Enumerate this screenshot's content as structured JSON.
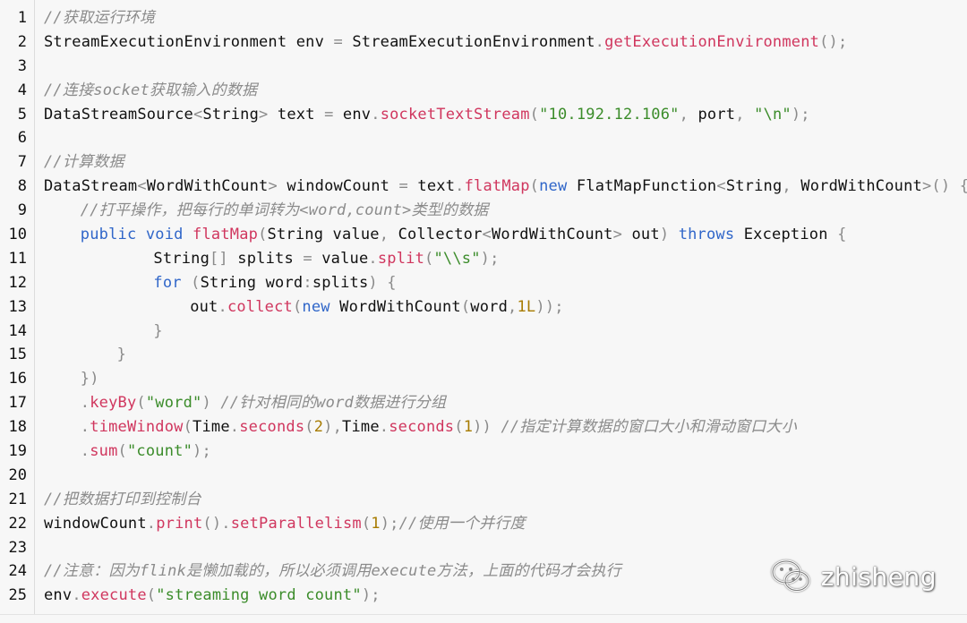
{
  "code_lines": [
    {
      "n": "1",
      "indent": 0,
      "tokens": [
        {
          "t": "cm",
          "v": "//获取运行环境"
        }
      ]
    },
    {
      "n": "2",
      "indent": 0,
      "tokens": [
        {
          "t": "tx",
          "v": "StreamExecutionEnvironment env "
        },
        {
          "t": "pn",
          "v": "="
        },
        {
          "t": "tx",
          "v": " StreamExecutionEnvironment"
        },
        {
          "t": "pn",
          "v": "."
        },
        {
          "t": "fn",
          "v": "getExecutionEnvironment"
        },
        {
          "t": "pn",
          "v": "();"
        }
      ]
    },
    {
      "n": "3",
      "indent": 0,
      "tokens": []
    },
    {
      "n": "4",
      "indent": 0,
      "tokens": [
        {
          "t": "cm",
          "v": "//连接socket获取输入的数据"
        }
      ]
    },
    {
      "n": "5",
      "indent": 0,
      "tokens": [
        {
          "t": "tx",
          "v": "DataStreamSource"
        },
        {
          "t": "pn",
          "v": "<"
        },
        {
          "t": "tx",
          "v": "String"
        },
        {
          "t": "pn",
          "v": ">"
        },
        {
          "t": "tx",
          "v": " text "
        },
        {
          "t": "pn",
          "v": "="
        },
        {
          "t": "tx",
          "v": " env"
        },
        {
          "t": "pn",
          "v": "."
        },
        {
          "t": "fn",
          "v": "socketTextStream"
        },
        {
          "t": "pn",
          "v": "("
        },
        {
          "t": "str",
          "v": "\"10.192.12.106\""
        },
        {
          "t": "pn",
          "v": ","
        },
        {
          "t": "tx",
          "v": " port"
        },
        {
          "t": "pn",
          "v": ","
        },
        {
          "t": "tx",
          "v": " "
        },
        {
          "t": "str",
          "v": "\"\\n\""
        },
        {
          "t": "pn",
          "v": ");"
        }
      ]
    },
    {
      "n": "6",
      "indent": 0,
      "tokens": []
    },
    {
      "n": "7",
      "indent": 0,
      "tokens": [
        {
          "t": "cm",
          "v": "//计算数据"
        }
      ]
    },
    {
      "n": "8",
      "indent": 0,
      "tokens": [
        {
          "t": "tx",
          "v": "DataStream"
        },
        {
          "t": "pn",
          "v": "<"
        },
        {
          "t": "tx",
          "v": "WordWithCount"
        },
        {
          "t": "pn",
          "v": ">"
        },
        {
          "t": "tx",
          "v": " windowCount "
        },
        {
          "t": "pn",
          "v": "="
        },
        {
          "t": "tx",
          "v": " text"
        },
        {
          "t": "pn",
          "v": "."
        },
        {
          "t": "fn",
          "v": "flatMap"
        },
        {
          "t": "pn",
          "v": "("
        },
        {
          "t": "kw",
          "v": "new"
        },
        {
          "t": "tx",
          "v": " FlatMapFunction"
        },
        {
          "t": "pn",
          "v": "<"
        },
        {
          "t": "tx",
          "v": "String"
        },
        {
          "t": "pn",
          "v": ","
        },
        {
          "t": "tx",
          "v": " WordWithCount"
        },
        {
          "t": "pn",
          "v": ">() {"
        }
      ]
    },
    {
      "n": "9",
      "indent": 4,
      "tokens": [
        {
          "t": "cm",
          "v": "//打平操作，把每行的单词转为<word,count>类型的数据"
        }
      ]
    },
    {
      "n": "10",
      "indent": 4,
      "tokens": [
        {
          "t": "kw",
          "v": "public void"
        },
        {
          "t": "tx",
          "v": " "
        },
        {
          "t": "fn",
          "v": "flatMap"
        },
        {
          "t": "pn",
          "v": "("
        },
        {
          "t": "tx",
          "v": "String value"
        },
        {
          "t": "pn",
          "v": ","
        },
        {
          "t": "tx",
          "v": " Collector"
        },
        {
          "t": "pn",
          "v": "<"
        },
        {
          "t": "tx",
          "v": "WordWithCount"
        },
        {
          "t": "pn",
          "v": ">"
        },
        {
          "t": "tx",
          "v": " out"
        },
        {
          "t": "pn",
          "v": ")"
        },
        {
          "t": "tx",
          "v": " "
        },
        {
          "t": "kw",
          "v": "throws"
        },
        {
          "t": "tx",
          "v": " Exception "
        },
        {
          "t": "pn",
          "v": "{"
        }
      ]
    },
    {
      "n": "11",
      "indent": 12,
      "tokens": [
        {
          "t": "tx",
          "v": "String"
        },
        {
          "t": "pn",
          "v": "[]"
        },
        {
          "t": "tx",
          "v": " splits "
        },
        {
          "t": "pn",
          "v": "="
        },
        {
          "t": "tx",
          "v": " value"
        },
        {
          "t": "pn",
          "v": "."
        },
        {
          "t": "fn",
          "v": "split"
        },
        {
          "t": "pn",
          "v": "("
        },
        {
          "t": "str",
          "v": "\"\\\\s\""
        },
        {
          "t": "pn",
          "v": ");"
        }
      ]
    },
    {
      "n": "12",
      "indent": 12,
      "tokens": [
        {
          "t": "kw",
          "v": "for"
        },
        {
          "t": "tx",
          "v": " "
        },
        {
          "t": "pn",
          "v": "("
        },
        {
          "t": "tx",
          "v": "String word"
        },
        {
          "t": "pn",
          "v": ":"
        },
        {
          "t": "tx",
          "v": "splits"
        },
        {
          "t": "pn",
          "v": ")"
        },
        {
          "t": "tx",
          "v": " "
        },
        {
          "t": "pn",
          "v": "{"
        }
      ]
    },
    {
      "n": "13",
      "indent": 16,
      "tokens": [
        {
          "t": "tx",
          "v": "out"
        },
        {
          "t": "pn",
          "v": "."
        },
        {
          "t": "fn",
          "v": "collect"
        },
        {
          "t": "pn",
          "v": "("
        },
        {
          "t": "kw",
          "v": "new"
        },
        {
          "t": "tx",
          "v": " WordWithCount"
        },
        {
          "t": "pn",
          "v": "("
        },
        {
          "t": "tx",
          "v": "word"
        },
        {
          "t": "pn",
          "v": ","
        },
        {
          "t": "num",
          "v": "1L"
        },
        {
          "t": "pn",
          "v": "));"
        }
      ]
    },
    {
      "n": "14",
      "indent": 12,
      "tokens": [
        {
          "t": "pn",
          "v": "}"
        }
      ]
    },
    {
      "n": "15",
      "indent": 8,
      "tokens": [
        {
          "t": "pn",
          "v": "}"
        }
      ]
    },
    {
      "n": "16",
      "indent": 4,
      "tokens": [
        {
          "t": "pn",
          "v": "})"
        }
      ]
    },
    {
      "n": "17",
      "indent": 4,
      "tokens": [
        {
          "t": "pn",
          "v": "."
        },
        {
          "t": "fn",
          "v": "keyBy"
        },
        {
          "t": "pn",
          "v": "("
        },
        {
          "t": "str",
          "v": "\"word\""
        },
        {
          "t": "pn",
          "v": ")"
        },
        {
          "t": "tx",
          "v": " "
        },
        {
          "t": "cm",
          "v": "//针对相同的word数据进行分组"
        }
      ]
    },
    {
      "n": "18",
      "indent": 4,
      "tokens": [
        {
          "t": "pn",
          "v": "."
        },
        {
          "t": "fn",
          "v": "timeWindow"
        },
        {
          "t": "pn",
          "v": "("
        },
        {
          "t": "tx",
          "v": "Time"
        },
        {
          "t": "pn",
          "v": "."
        },
        {
          "t": "fn",
          "v": "seconds"
        },
        {
          "t": "pn",
          "v": "("
        },
        {
          "t": "num",
          "v": "2"
        },
        {
          "t": "pn",
          "v": "),"
        },
        {
          "t": "tx",
          "v": "Time"
        },
        {
          "t": "pn",
          "v": "."
        },
        {
          "t": "fn",
          "v": "seconds"
        },
        {
          "t": "pn",
          "v": "("
        },
        {
          "t": "num",
          "v": "1"
        },
        {
          "t": "pn",
          "v": "))"
        },
        {
          "t": "tx",
          "v": " "
        },
        {
          "t": "cm",
          "v": "//指定计算数据的窗口大小和滑动窗口大小"
        }
      ]
    },
    {
      "n": "19",
      "indent": 4,
      "tokens": [
        {
          "t": "pn",
          "v": "."
        },
        {
          "t": "fn",
          "v": "sum"
        },
        {
          "t": "pn",
          "v": "("
        },
        {
          "t": "str",
          "v": "\"count\""
        },
        {
          "t": "pn",
          "v": ");"
        }
      ]
    },
    {
      "n": "20",
      "indent": 0,
      "tokens": []
    },
    {
      "n": "21",
      "indent": 0,
      "tokens": [
        {
          "t": "cm",
          "v": "//把数据打印到控制台"
        }
      ]
    },
    {
      "n": "22",
      "indent": 0,
      "tokens": [
        {
          "t": "tx",
          "v": "windowCount"
        },
        {
          "t": "pn",
          "v": "."
        },
        {
          "t": "fn",
          "v": "print"
        },
        {
          "t": "pn",
          "v": "()."
        },
        {
          "t": "fn",
          "v": "setParallelism"
        },
        {
          "t": "pn",
          "v": "("
        },
        {
          "t": "num",
          "v": "1"
        },
        {
          "t": "pn",
          "v": ");"
        },
        {
          "t": "cm",
          "v": "//使用一个并行度"
        }
      ]
    },
    {
      "n": "23",
      "indent": 0,
      "tokens": []
    },
    {
      "n": "24",
      "indent": 0,
      "tokens": [
        {
          "t": "cm",
          "v": "//注意：因为flink是懒加载的，所以必须调用execute方法，上面的代码才会执行"
        }
      ]
    },
    {
      "n": "25",
      "indent": 0,
      "tokens": [
        {
          "t": "tx",
          "v": "env"
        },
        {
          "t": "pn",
          "v": "."
        },
        {
          "t": "fn",
          "v": "execute"
        },
        {
          "t": "pn",
          "v": "("
        },
        {
          "t": "str",
          "v": "\"streaming word count\""
        },
        {
          "t": "pn",
          "v": ");"
        }
      ]
    }
  ],
  "watermark": {
    "icon": "wechat-icon",
    "text": "zhisheng"
  },
  "colors": {
    "comment": "#8b8b8b",
    "keyword": "#3066c9",
    "function": "#d0365e",
    "string": "#3b8c2a",
    "number": "#a77b00",
    "punctuation": "#8a8a8a",
    "text": "#111111",
    "background": "#f7f7f7"
  }
}
